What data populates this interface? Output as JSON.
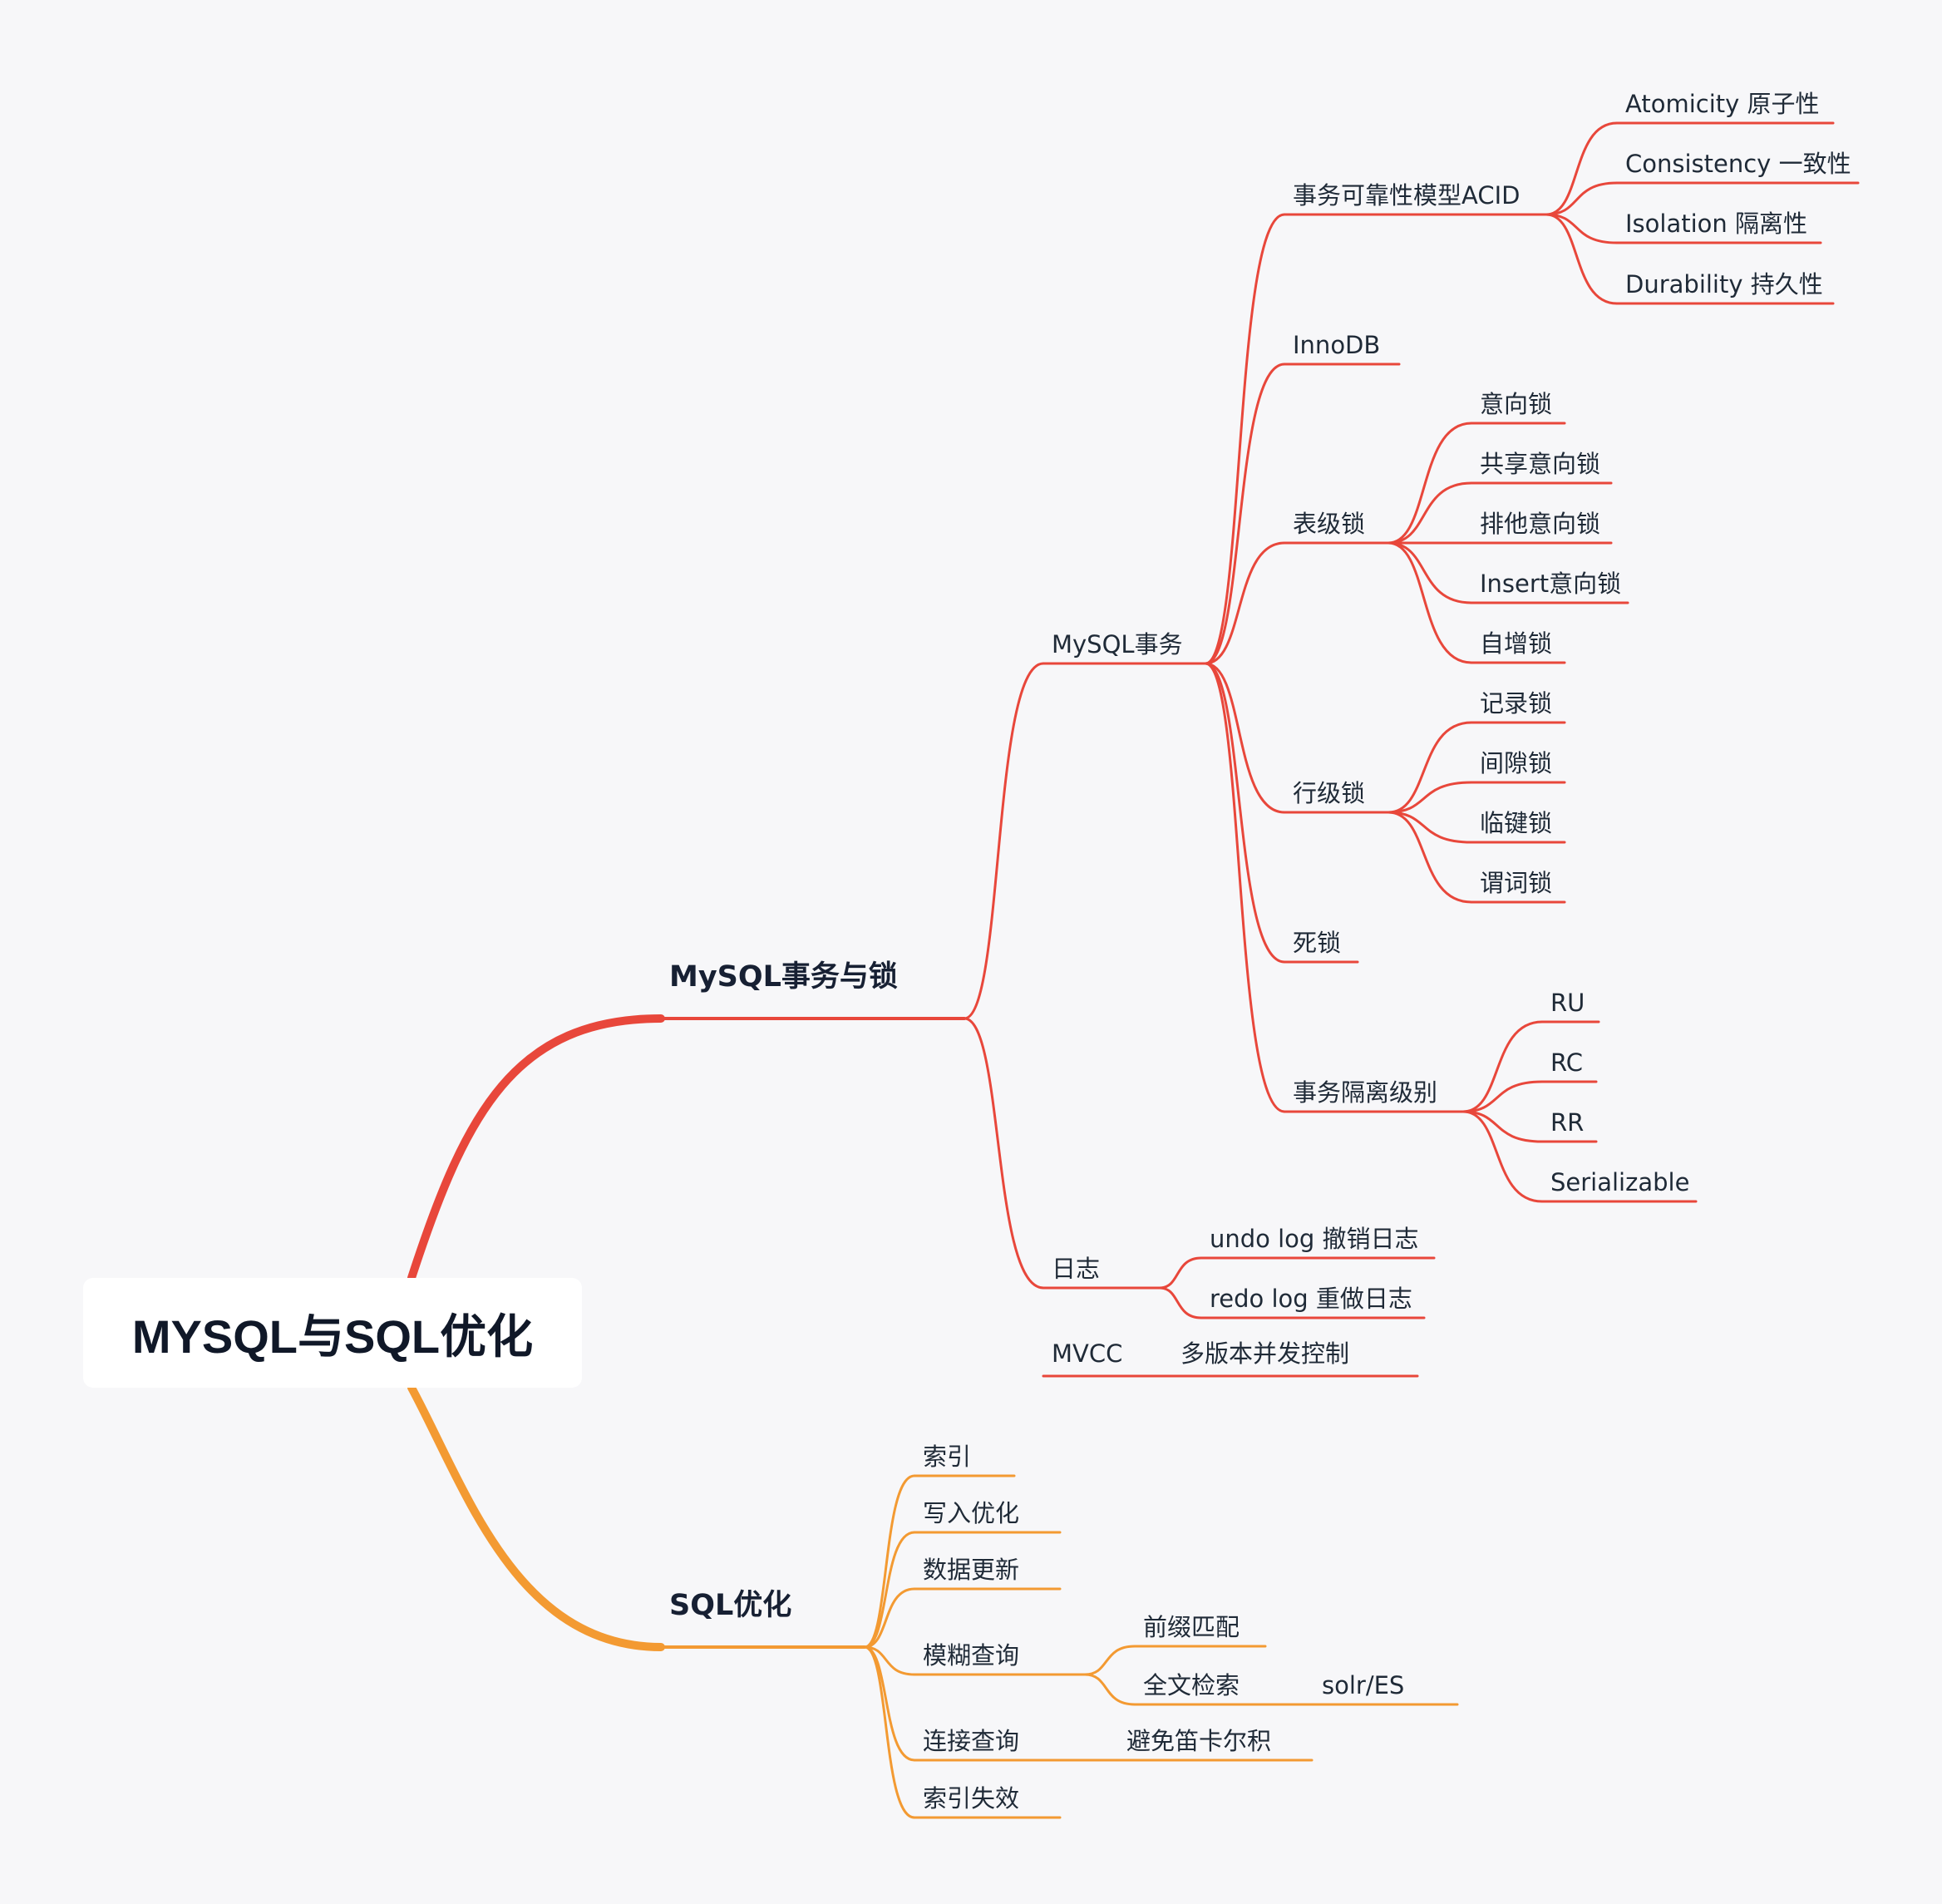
{
  "colors": {
    "red": "#e8473b",
    "orange": "#f39a32",
    "background": "#f7f7f9"
  },
  "root": {
    "label": "MYSQL与SQL优化"
  },
  "branches": [
    {
      "label": "MySQL事务与锁",
      "color": "red",
      "children": [
        {
          "label": "MySQL事务",
          "children": [
            {
              "label": "事务可靠性模型ACID",
              "children": [
                {
                  "label": "Atomicity 原子性"
                },
                {
                  "label": "Consistency 一致性"
                },
                {
                  "label": "Isolation 隔离性"
                },
                {
                  "label": "Durability 持久性"
                }
              ]
            },
            {
              "label": "InnoDB"
            },
            {
              "label": "表级锁",
              "children": [
                {
                  "label": "意向锁"
                },
                {
                  "label": "共享意向锁"
                },
                {
                  "label": "排他意向锁"
                },
                {
                  "label": "Insert意向锁"
                },
                {
                  "label": "自增锁"
                }
              ]
            },
            {
              "label": "行级锁",
              "children": [
                {
                  "label": "记录锁"
                },
                {
                  "label": "间隙锁"
                },
                {
                  "label": "临键锁"
                },
                {
                  "label": "谓词锁"
                }
              ]
            },
            {
              "label": "死锁"
            },
            {
              "label": "事务隔离级别",
              "children": [
                {
                  "label": "RU"
                },
                {
                  "label": "RC"
                },
                {
                  "label": "RR"
                },
                {
                  "label": "Serializable"
                }
              ]
            }
          ]
        },
        {
          "label": "日志",
          "children": [
            {
              "label": "undo log 撤销日志"
            },
            {
              "label": "redo log 重做日志"
            }
          ]
        },
        {
          "label": "MVCC",
          "children": [
            {
              "label": "多版本并发控制"
            }
          ]
        }
      ]
    },
    {
      "label": "SQL优化",
      "color": "orange",
      "children": [
        {
          "label": "索引"
        },
        {
          "label": "写入优化"
        },
        {
          "label": "数据更新"
        },
        {
          "label": "模糊查询",
          "children": [
            {
              "label": "前缀匹配"
            },
            {
              "label": "全文检索",
              "children": [
                {
                  "label": "solr/ES"
                }
              ]
            }
          ]
        },
        {
          "label": "连接查询",
          "children": [
            {
              "label": "避免笛卡尔积"
            }
          ]
        },
        {
          "label": "索引失效"
        }
      ]
    }
  ]
}
